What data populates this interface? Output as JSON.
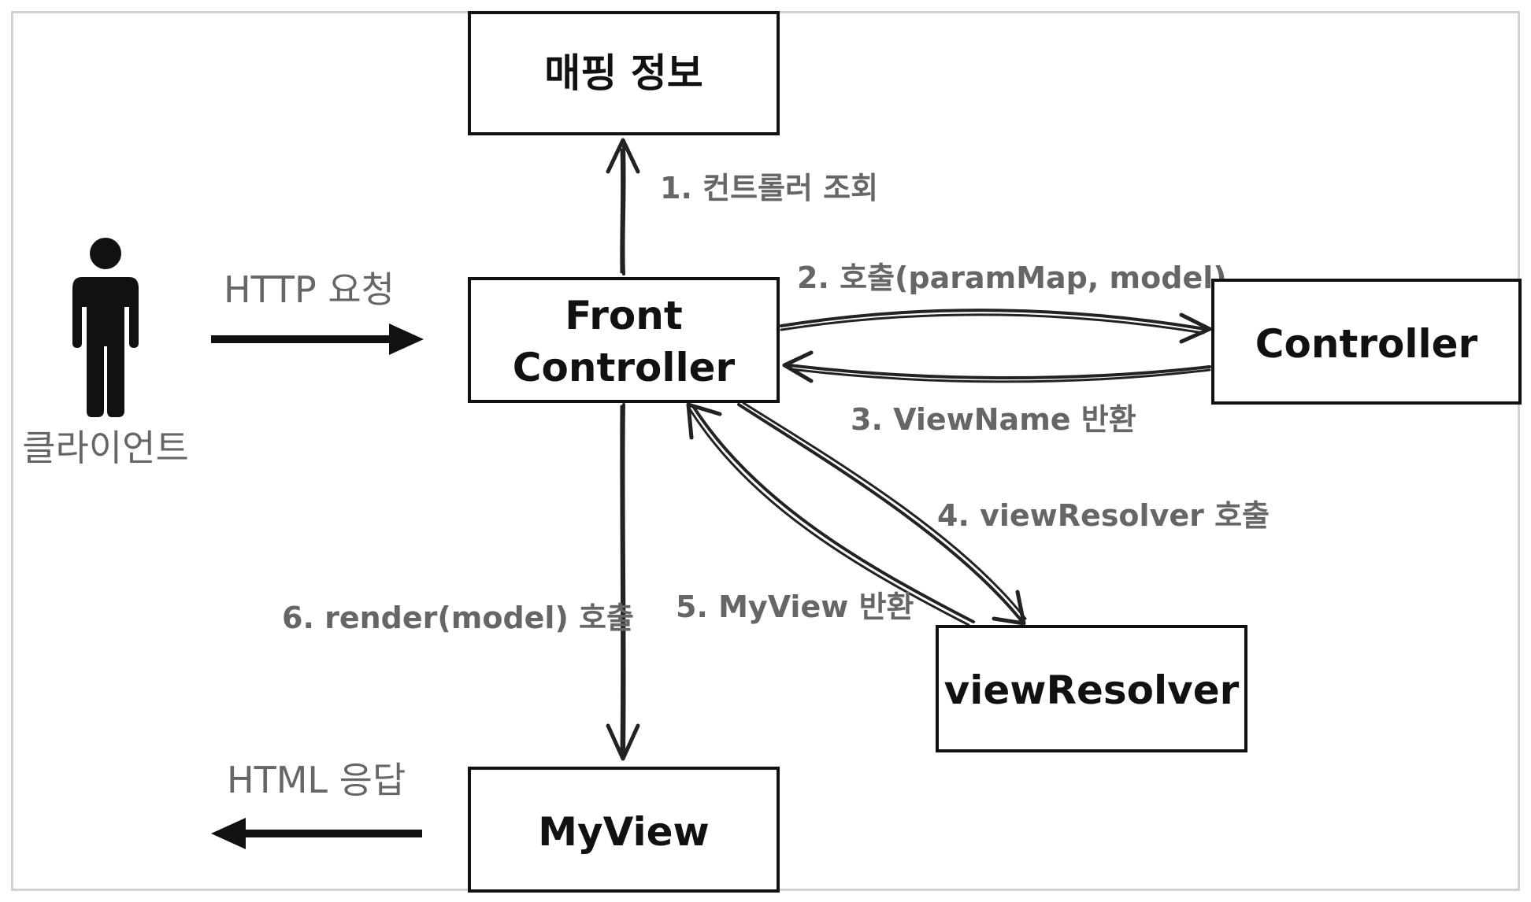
{
  "nodes": {
    "mapping_info": "매핑 정보",
    "front_controller_line1": "Front",
    "front_controller_line2": "Controller",
    "controller": "Controller",
    "view_resolver": "viewResolver",
    "my_view": "MyView"
  },
  "client": {
    "label": "클라이언트"
  },
  "io": {
    "request": "HTTP 요청",
    "response": "HTML 응답"
  },
  "steps": {
    "step1": "1. 컨트롤러 조회",
    "step2": "2. 호출(paramMap, model)",
    "step3": "3. ViewName 반환",
    "step4": "4. viewResolver 호출",
    "step5": "5. MyView 반환",
    "step6": "6. render(model) 호출"
  },
  "colors": {
    "box_stroke": "#111111",
    "label_gray": "#666666",
    "frame": "#d2d2d2"
  }
}
